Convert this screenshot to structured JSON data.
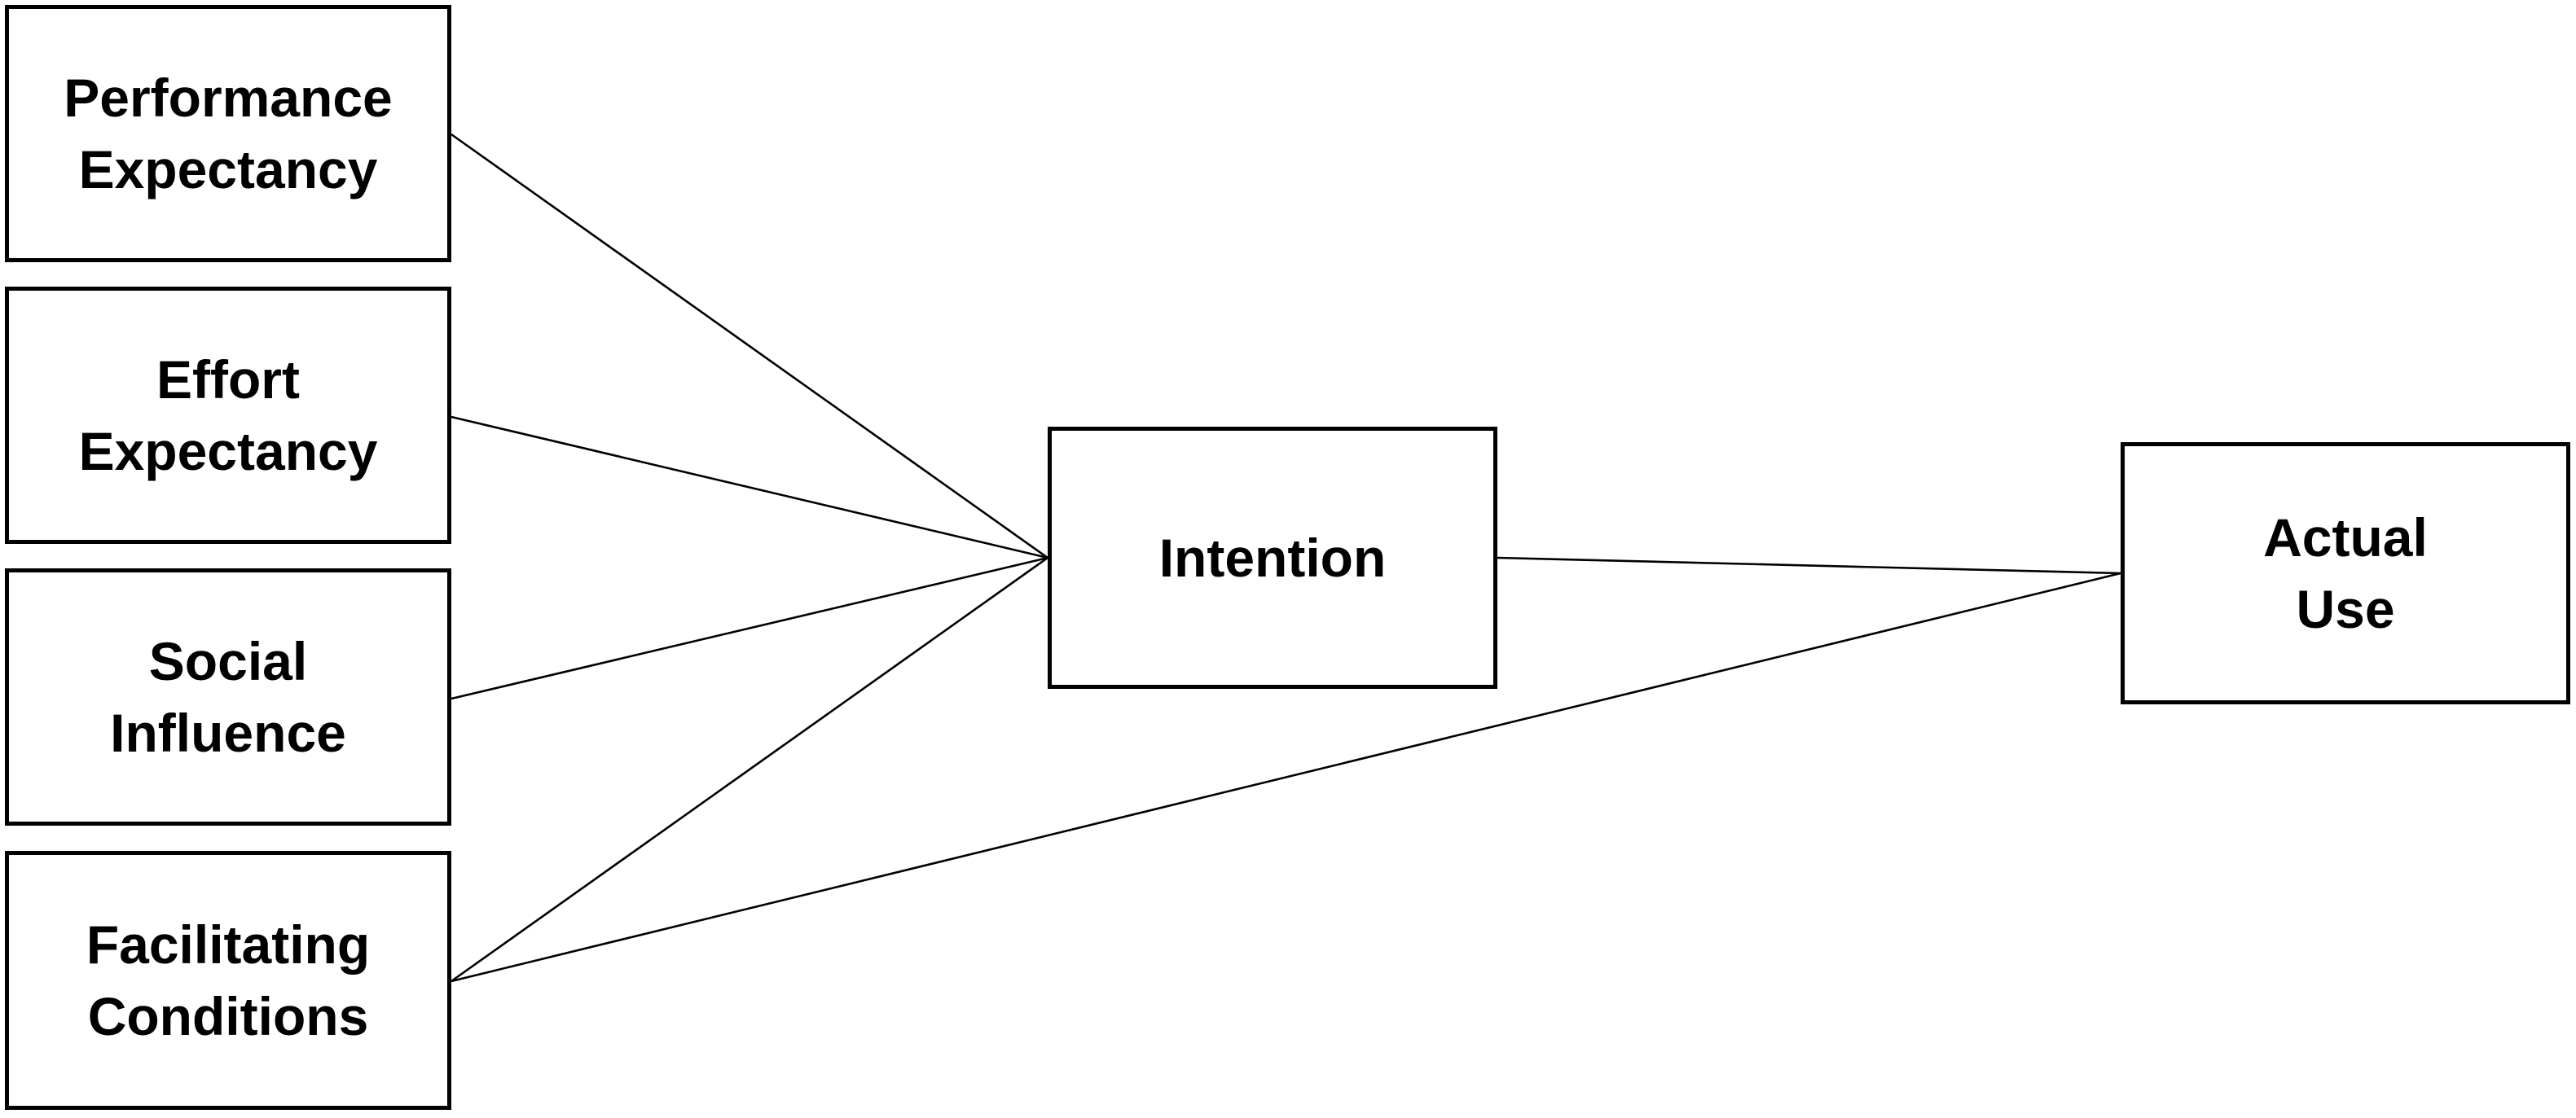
{
  "diagram": {
    "nodes": {
      "performance_expectancy": {
        "line1": "Performance",
        "line2": "Expectancy"
      },
      "effort_expectancy": {
        "line1": "Effort",
        "line2": "Expectancy"
      },
      "social_influence": {
        "line1": "Social",
        "line2": "Influence"
      },
      "facilitating_conditions": {
        "line1": "Facilitating",
        "line2": "Conditions"
      },
      "intention": {
        "line1": "Intention"
      },
      "actual_use": {
        "line1": "Actual",
        "line2": "Use"
      }
    },
    "edges": [
      {
        "from": "performance_expectancy",
        "to": "intention"
      },
      {
        "from": "effort_expectancy",
        "to": "intention"
      },
      {
        "from": "social_influence",
        "to": "intention"
      },
      {
        "from": "facilitating_conditions",
        "to": "intention"
      },
      {
        "from": "intention",
        "to": "actual_use"
      },
      {
        "from": "facilitating_conditions",
        "to": "actual_use"
      }
    ],
    "colors": {
      "stroke": "#000000",
      "background": "#ffffff",
      "text": "#000000"
    }
  }
}
